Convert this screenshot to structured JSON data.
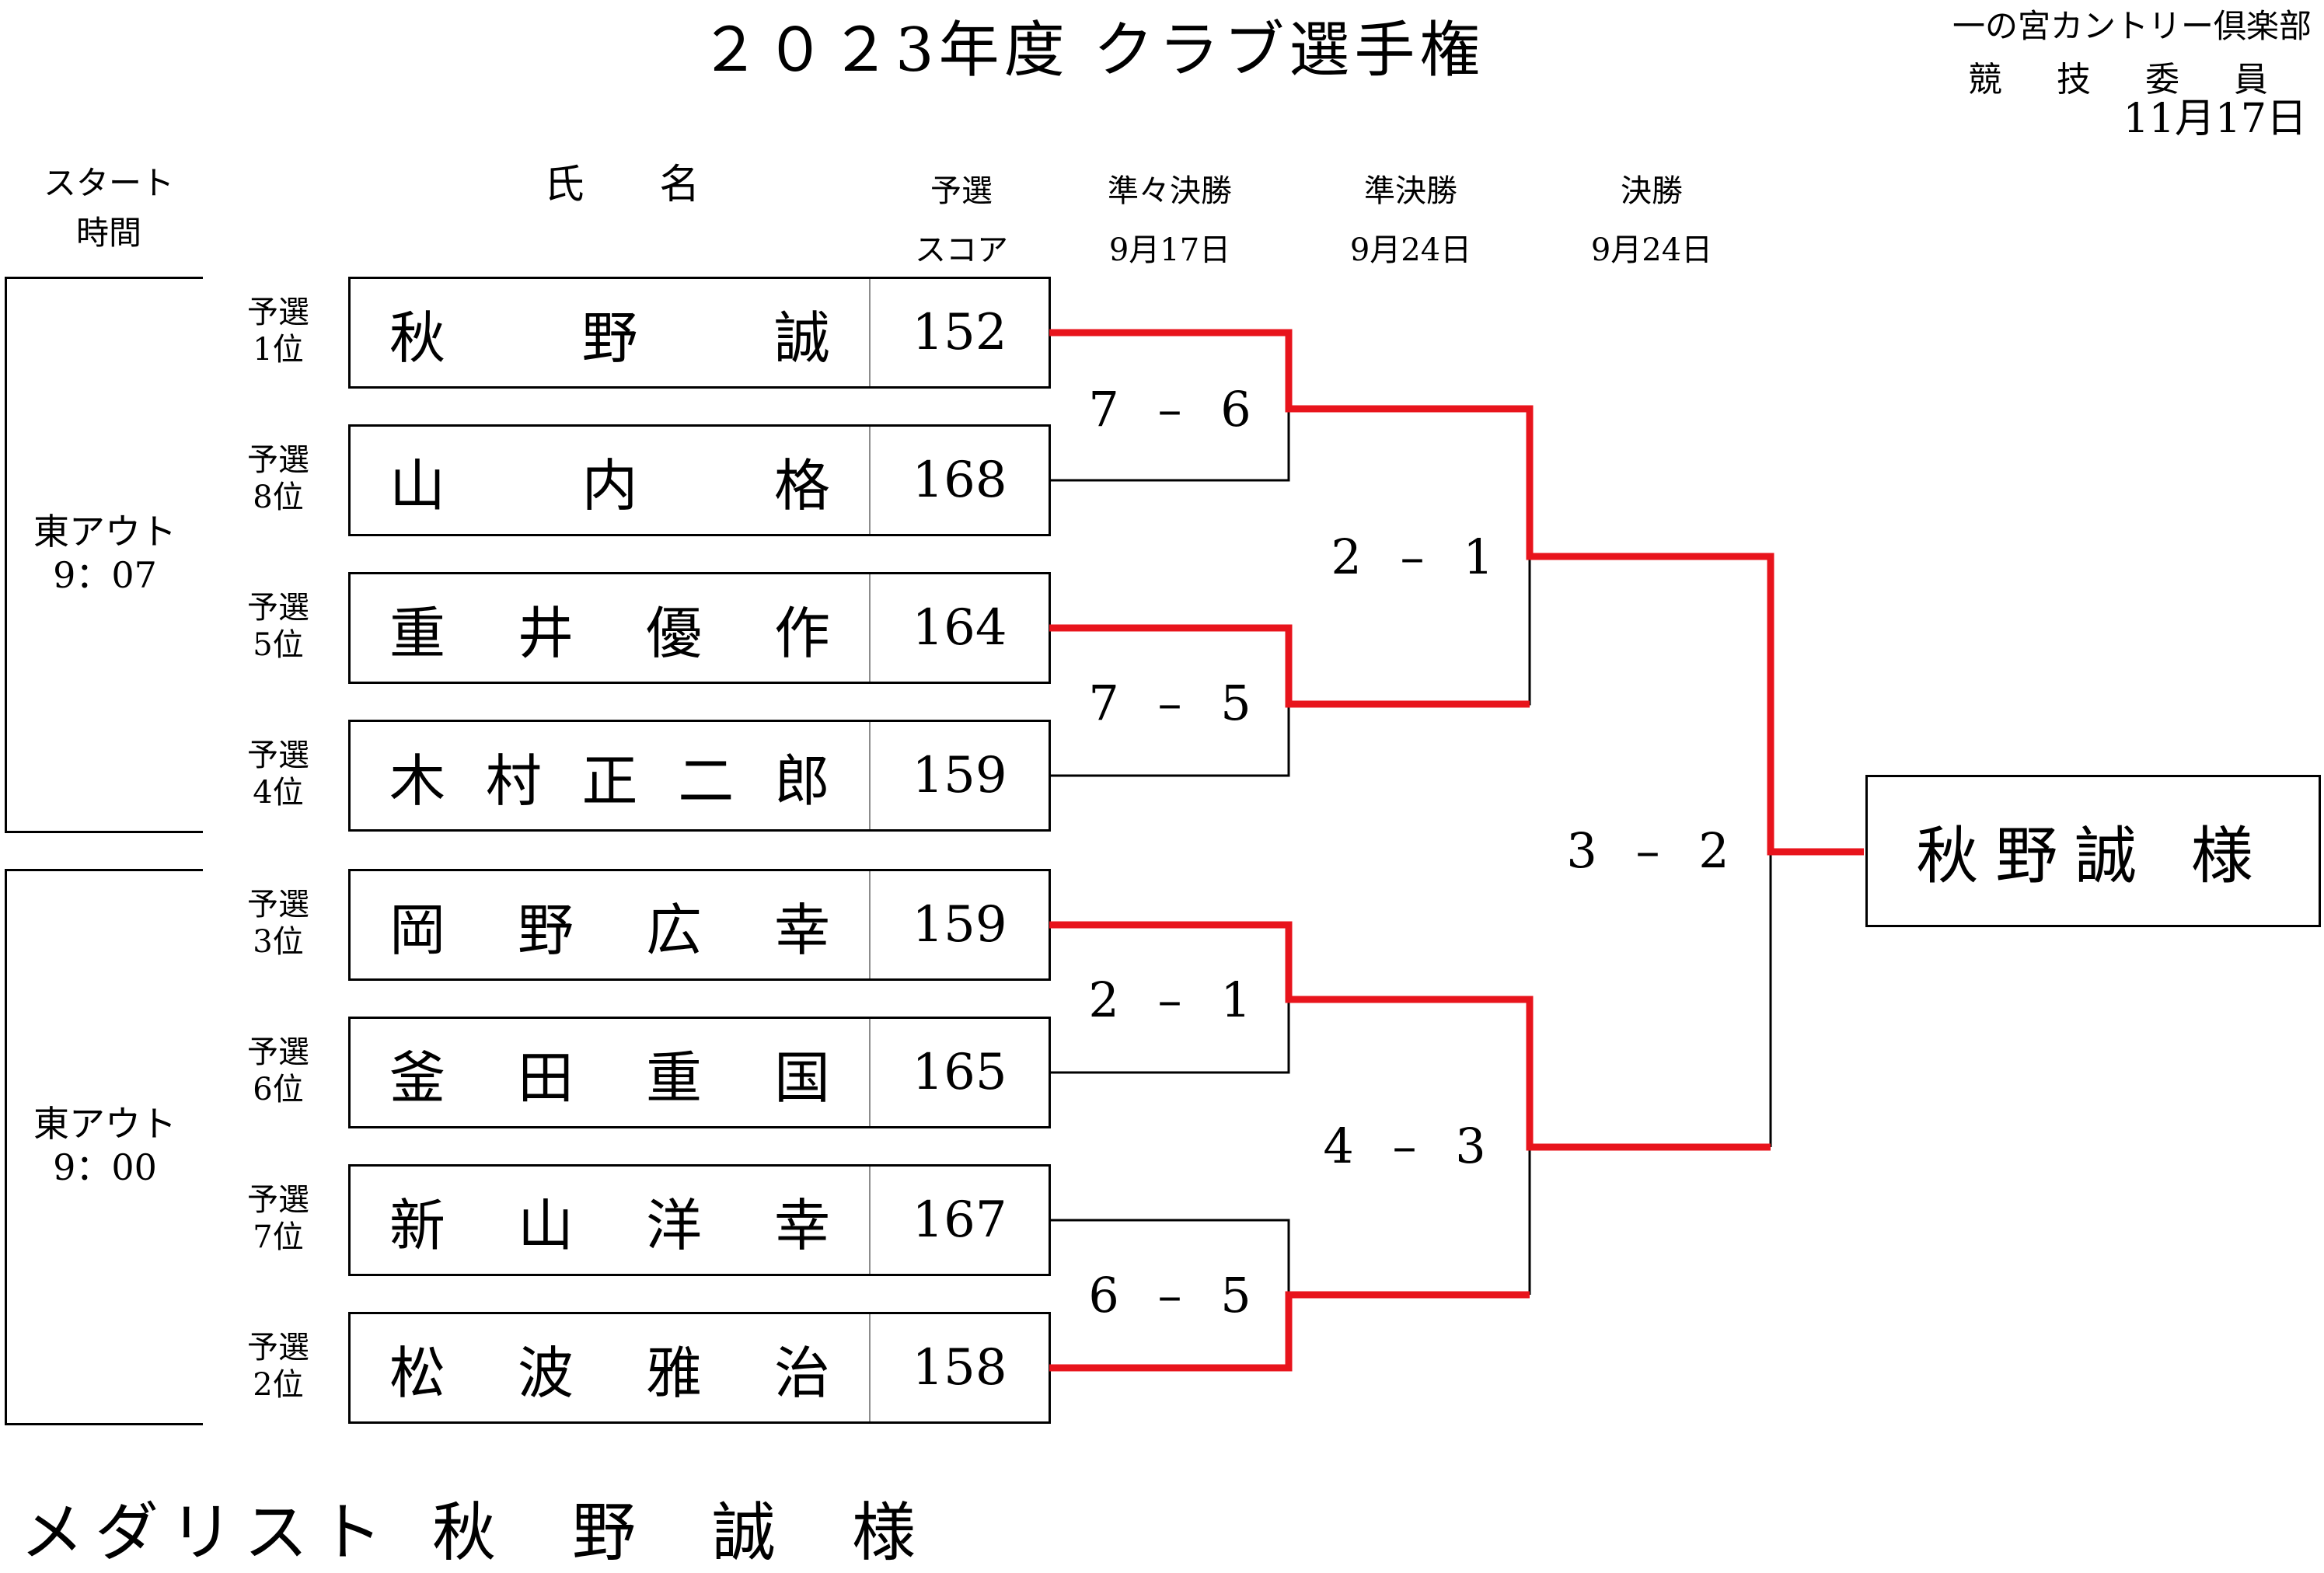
{
  "header": {
    "title": "２０２3年度 クラブ選手権",
    "club": "一の宮カントリー倶楽部",
    "committee": "競 技 委 員 長",
    "issued_date": "11月17日"
  },
  "columns": {
    "start_time": "スタート\n時間",
    "name": "氏 名",
    "qualifying_score": "予選\nスコア",
    "quarterfinal": "準々決勝\n9月17日",
    "semifinal": "準決勝\n9月24日",
    "final": "決勝\n9月24日"
  },
  "groups": [
    {
      "label": "東アウト\n9：07"
    },
    {
      "label": "東アウト\n9：00"
    }
  ],
  "players": [
    {
      "rank": "予選\n1位",
      "name_chars": [
        "秋",
        "野",
        "誠"
      ],
      "score": "152"
    },
    {
      "rank": "予選\n8位",
      "name_chars": [
        "山",
        "内",
        "格"
      ],
      "score": "168"
    },
    {
      "rank": "予選\n5位",
      "name_chars": [
        "重",
        "井",
        "優",
        "作"
      ],
      "score": "164"
    },
    {
      "rank": "予選\n4位",
      "name_chars": [
        "木",
        "村",
        "正",
        "二",
        "郎"
      ],
      "score": "159"
    },
    {
      "rank": "予選\n3位",
      "name_chars": [
        "岡",
        "野",
        "広",
        "幸"
      ],
      "score": "159"
    },
    {
      "rank": "予選\n6位",
      "name_chars": [
        "釜",
        "田",
        "重",
        "国"
      ],
      "score": "165"
    },
    {
      "rank": "予選\n7位",
      "name_chars": [
        "新",
        "山",
        "洋",
        "幸"
      ],
      "score": "167"
    },
    {
      "rank": "予選\n2位",
      "name_chars": [
        "松",
        "波",
        "雅",
        "治"
      ],
      "score": "158"
    }
  ],
  "results": {
    "qf": [
      "7 – 6",
      "7 – 5",
      "2 – 1",
      "6 – 5"
    ],
    "sf": [
      "2 – 1",
      "4 – 3"
    ],
    "final": "3 – 2"
  },
  "winner": "秋野誠 様",
  "medalist": {
    "label": "メダリスト",
    "name": "秋野誠",
    "suffix": "様"
  },
  "colors": {
    "winner_line": "#e8141c",
    "line": "#000000",
    "divider": "#8c8c8c"
  }
}
